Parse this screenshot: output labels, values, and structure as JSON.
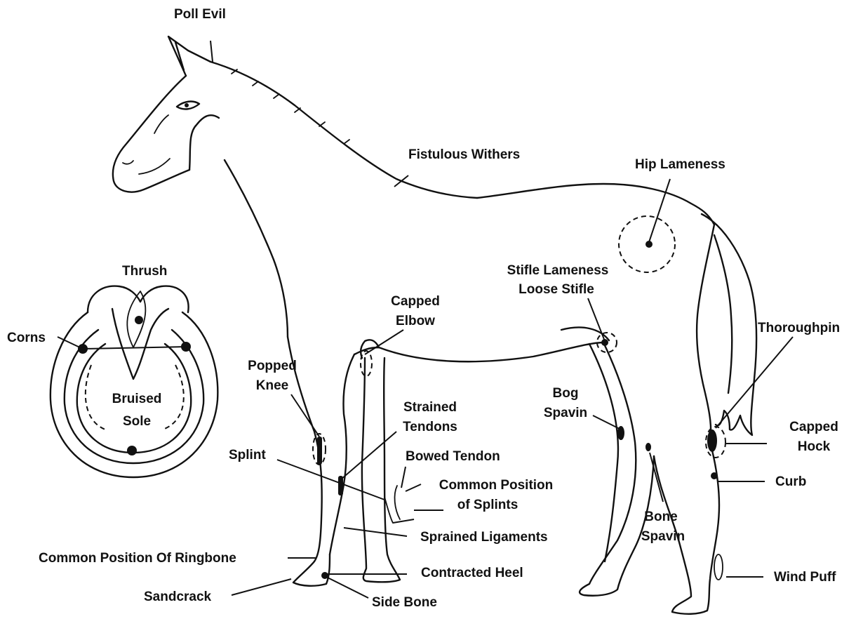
{
  "labels": {
    "poll_evil": "Poll Evil",
    "fistulous_withers": "Fistulous Withers",
    "hip_lameness": "Hip Lameness",
    "thrush": "Thrush",
    "corns": "Corns",
    "bruised_sole_1": "Bruised",
    "bruised_sole_2": "Sole",
    "stifle_lameness": "Stifle Lameness",
    "loose_stifle": "Loose Stifle",
    "capped_elbow_1": "Capped",
    "capped_elbow_2": "Elbow",
    "thoroughpin": "Thoroughpin",
    "popped_knee_1": "Popped",
    "popped_knee_2": "Knee",
    "strained_tendons_1": "Strained",
    "strained_tendons_2": "Tendons",
    "bog_spavin_1": "Bog",
    "bog_spavin_2": "Spavin",
    "capped_hock_1": "Capped",
    "capped_hock_2": "Hock",
    "splint": "Splint",
    "bowed_tendon": "Bowed Tendon",
    "common_position_splints_1": "Common Position",
    "common_position_splints_2": "of Splints",
    "curb": "Curb",
    "bone_spavin_1": "Bone",
    "bone_spavin_2": "Spavin",
    "sprained_ligaments": "Sprained Ligaments",
    "common_position_ringbone": "Common Position Of Ringbone",
    "contracted_heel": "Contracted Heel",
    "wind_puff": "Wind Puff",
    "sandcrack": "Sandcrack",
    "side_bone": "Side Bone"
  },
  "colors": {
    "line": "#111111",
    "background": "#ffffff"
  }
}
